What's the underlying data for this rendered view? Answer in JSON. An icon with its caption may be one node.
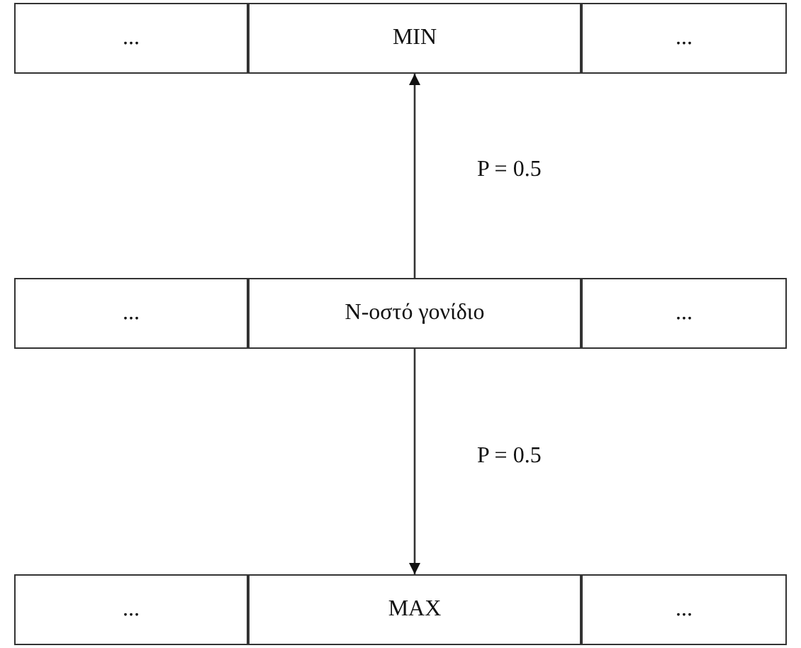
{
  "diagram": {
    "nodes": [
      {
        "text": [
          "..."
        ]
      },
      {
        "text": [
          "MIN"
        ]
      },
      {
        "text": [
          "..."
        ]
      },
      {
        "text": [
          "..."
        ]
      },
      {
        "text": [
          "N-οστό γονίδιο"
        ]
      },
      {
        "text": [
          "..."
        ]
      },
      {
        "text": [
          "..."
        ]
      },
      {
        "text": [
          "MAX"
        ]
      },
      {
        "text": [
          "..."
        ]
      }
    ],
    "edges": [
      {
        "from": 4,
        "to": 1,
        "arrow": "to",
        "label": "P = 0.5"
      },
      {
        "from": 4,
        "to": 7,
        "arrow": "to",
        "label": "P = 0.5"
      }
    ]
  }
}
